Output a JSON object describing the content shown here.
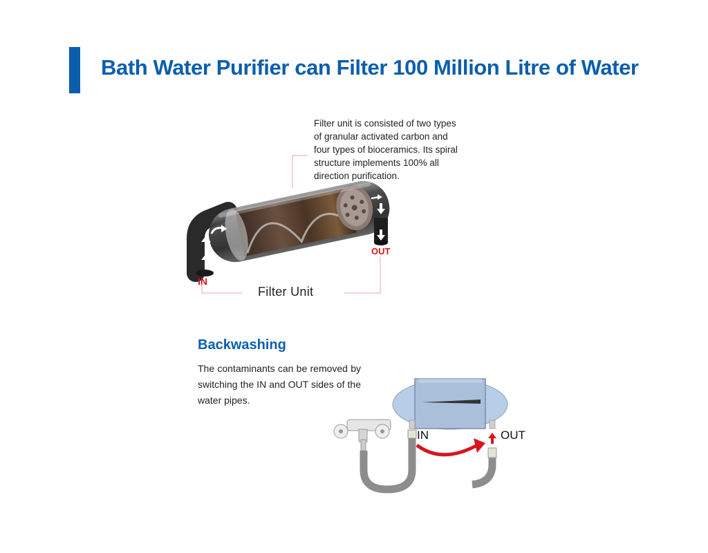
{
  "header": {
    "title": "Bath Water Purifier can Filter 100 Million Litre of Water",
    "accent_color": "#0b5eac"
  },
  "filter_section": {
    "description": "Filter unit is consisted of two types of granular activated carbon and four types of bioceramics. Its spiral structure implements 100% all direction purification.",
    "in_label": "IN",
    "out_label": "OUT",
    "caption": "Filter Unit",
    "label_color": "#d8141e"
  },
  "backwashing": {
    "title": "Backwashing",
    "description": "The contaminants can be removed by switching the IN and OUT sides of the water pipes.",
    "in_label": "IN",
    "out_label": "OUT",
    "device_color": "#b8cde6",
    "arrow_color": "#d8141e"
  }
}
